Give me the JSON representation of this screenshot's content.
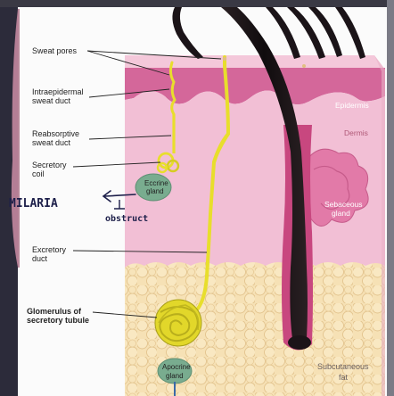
{
  "labels": {
    "sweat_pores": "Sweat pores",
    "intraepidermal_1": "Intraepidermal",
    "intraepidermal_2": "sweat duct",
    "reabsorptive_1": "Reabsorptive",
    "reabsorptive_2": "sweat duct",
    "secretory_1": "Secretory",
    "secretory_2": "coil",
    "eccrine_1": "Eccrine",
    "eccrine_2": "gland",
    "excretory_1": "Excretory",
    "excretory_2": "duct",
    "glomerulus_1": "Glomerulus of",
    "glomerulus_2": "secretory tubule",
    "apocrine_1": "Apocrine",
    "apocrine_2": "gland",
    "epidermis": "Epidermis",
    "dermis": "Dermis",
    "sebaceous_1": "Sebaceous",
    "sebaceous_2": "gland",
    "subcutaneous_1": "Subcutaneous",
    "subcutaneous_2": "fat"
  },
  "annotations": {
    "miliaria": "MILARIA",
    "obstruct": "obstruct"
  },
  "colors": {
    "epidermis": "#d4679a",
    "dermis": "#f2bfd5",
    "fat": "#f6e1b5",
    "duct": "#e8de2c",
    "hair": "#1b1418",
    "gland": "#79ac8f",
    "annotation_ink": "#1d1f4a"
  }
}
